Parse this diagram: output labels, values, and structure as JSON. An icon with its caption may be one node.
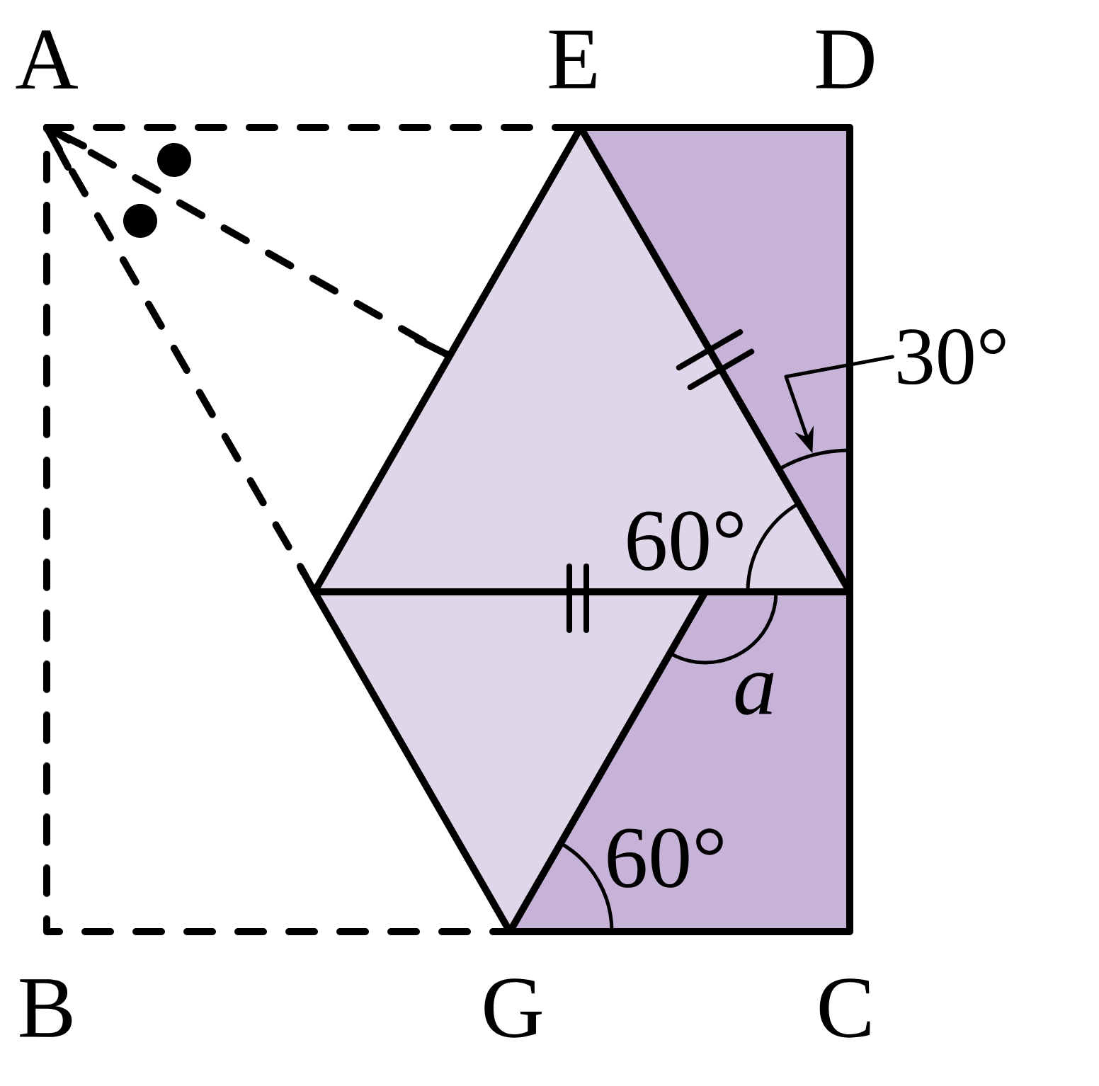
{
  "diagram": {
    "nodes": [
      {
        "text": [
          "30°"
        ]
      },
      {
        "text": [],
        "shape": "arc"
      }
    ],
    "edges": [
      {
        "from": 0,
        "to": 1,
        "arrow": "to"
      }
    ],
    "labels": [
      "A",
      "E",
      "D",
      "60°",
      "a",
      "60°",
      "B",
      "G",
      "C"
    ]
  }
}
